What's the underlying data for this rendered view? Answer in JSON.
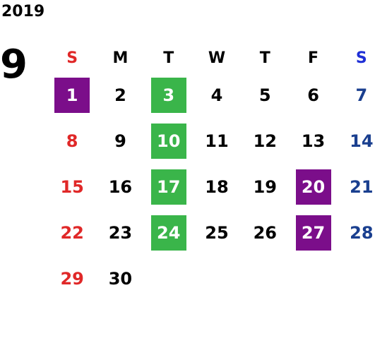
{
  "year": "2019",
  "month": "9",
  "weekdays": [
    "S",
    "M",
    "T",
    "W",
    "T",
    "F",
    "S"
  ],
  "weeks": [
    [
      {
        "d": "1",
        "hl": "purple"
      },
      {
        "d": "2"
      },
      {
        "d": "3",
        "hl": "green"
      },
      {
        "d": "4"
      },
      {
        "d": "5"
      },
      {
        "d": "6"
      },
      {
        "d": "7"
      }
    ],
    [
      {
        "d": "8"
      },
      {
        "d": "9"
      },
      {
        "d": "10",
        "hl": "green"
      },
      {
        "d": "11"
      },
      {
        "d": "12"
      },
      {
        "d": "13"
      },
      {
        "d": "14"
      }
    ],
    [
      {
        "d": "15"
      },
      {
        "d": "16"
      },
      {
        "d": "17",
        "hl": "green"
      },
      {
        "d": "18"
      },
      {
        "d": "19"
      },
      {
        "d": "20",
        "hl": "purple"
      },
      {
        "d": "21"
      }
    ],
    [
      {
        "d": "22"
      },
      {
        "d": "23"
      },
      {
        "d": "24",
        "hl": "green"
      },
      {
        "d": "25"
      },
      {
        "d": "26"
      },
      {
        "d": "27",
        "hl": "purple"
      },
      {
        "d": "28"
      }
    ],
    [
      {
        "d": "29"
      },
      {
        "d": "30"
      },
      {
        "d": ""
      },
      {
        "d": ""
      },
      {
        "d": ""
      },
      {
        "d": ""
      },
      {
        "d": ""
      }
    ]
  ],
  "colors": {
    "sunday": "#e02828",
    "saturday": "#1a3f8f",
    "saturday_header": "#1f2fd6",
    "highlight_green": "#3ab54a",
    "highlight_purple": "#7b0e8a"
  }
}
